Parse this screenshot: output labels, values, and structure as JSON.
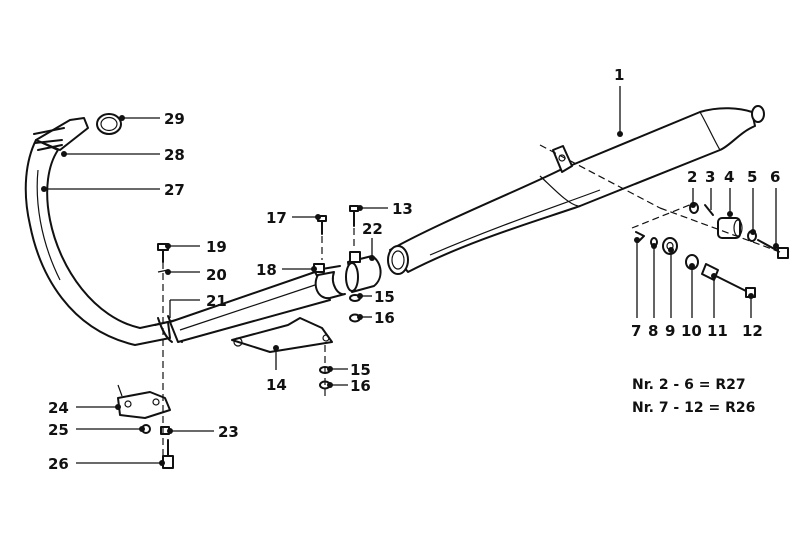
{
  "callouts": [
    {
      "id": "1",
      "label": "1"
    },
    {
      "id": "2",
      "label": "2"
    },
    {
      "id": "3",
      "label": "3"
    },
    {
      "id": "4",
      "label": "4"
    },
    {
      "id": "5",
      "label": "5"
    },
    {
      "id": "6",
      "label": "6"
    },
    {
      "id": "7",
      "label": "7"
    },
    {
      "id": "8",
      "label": "8"
    },
    {
      "id": "9",
      "label": "9"
    },
    {
      "id": "10",
      "label": "10"
    },
    {
      "id": "11",
      "label": "11"
    },
    {
      "id": "12",
      "label": "12"
    },
    {
      "id": "13",
      "label": "13"
    },
    {
      "id": "14",
      "label": "14"
    },
    {
      "id": "15a",
      "label": "15"
    },
    {
      "id": "15b",
      "label": "15"
    },
    {
      "id": "16a",
      "label": "16"
    },
    {
      "id": "16b",
      "label": "16"
    },
    {
      "id": "17",
      "label": "17"
    },
    {
      "id": "18",
      "label": "18"
    },
    {
      "id": "19",
      "label": "19"
    },
    {
      "id": "20",
      "label": "20"
    },
    {
      "id": "21",
      "label": "21"
    },
    {
      "id": "22",
      "label": "22"
    },
    {
      "id": "23",
      "label": "23"
    },
    {
      "id": "24",
      "label": "24"
    },
    {
      "id": "25",
      "label": "25"
    },
    {
      "id": "26",
      "label": "26"
    },
    {
      "id": "27",
      "label": "27"
    },
    {
      "id": "28",
      "label": "28"
    },
    {
      "id": "29",
      "label": "29"
    }
  ],
  "notes": {
    "line1": "Nr. 2 - 6 = R27",
    "line2": "Nr. 7 - 12 = R26"
  }
}
